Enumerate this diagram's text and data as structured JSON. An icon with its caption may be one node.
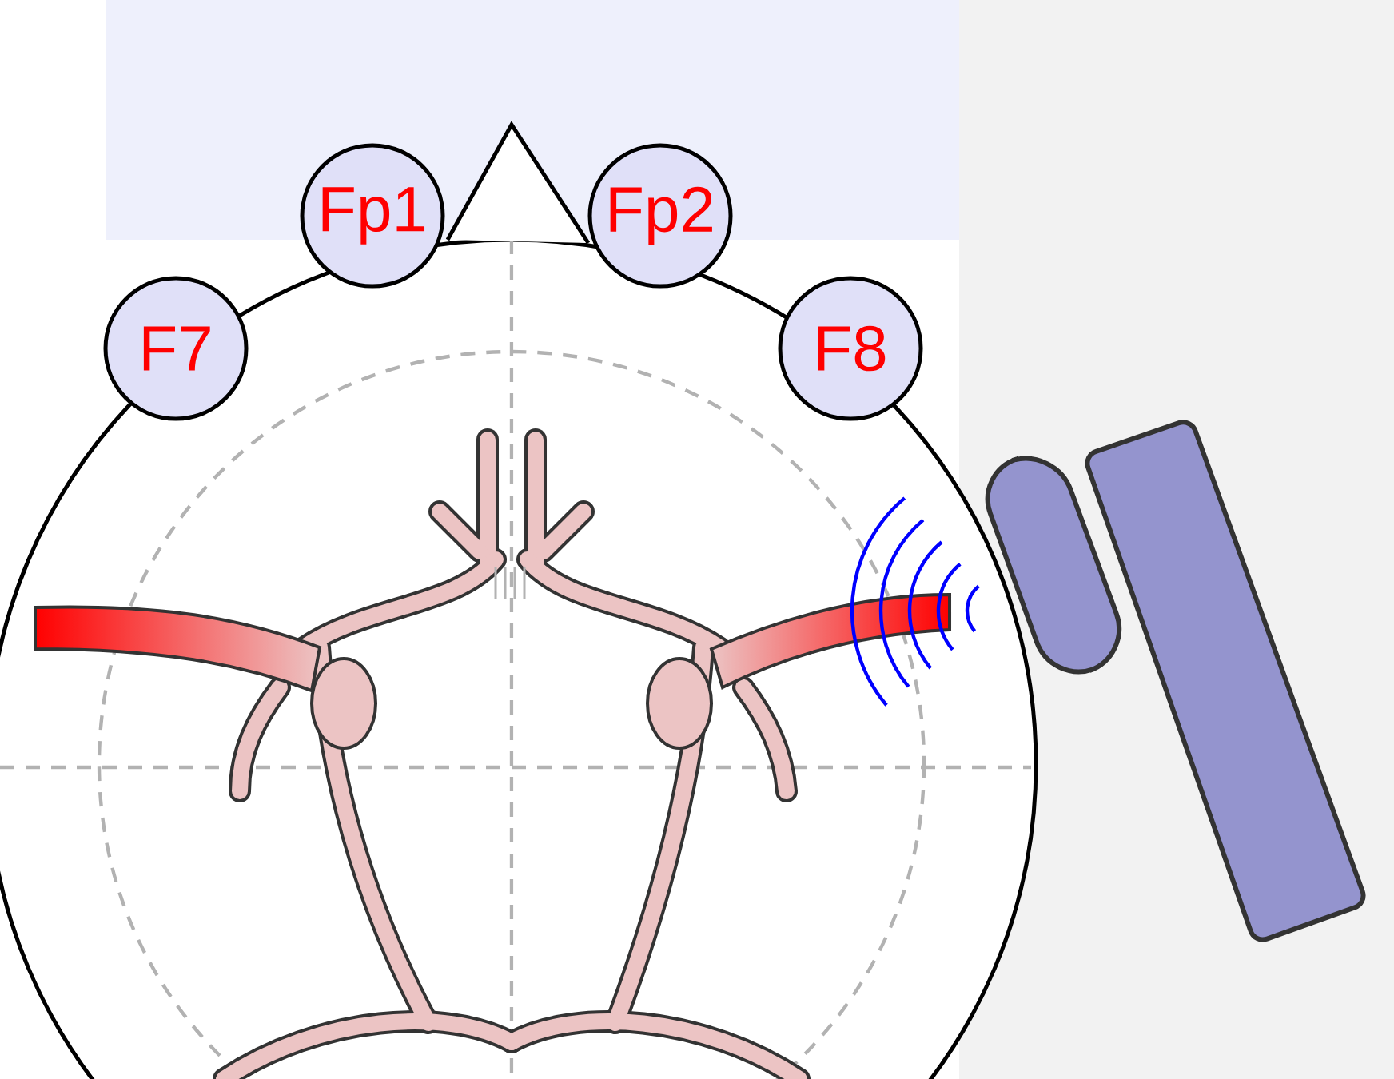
{
  "diagram": {
    "nodes": [
      {
        "text": [
          "F7"
        ]
      },
      {
        "text": [
          "Fp1"
        ]
      },
      {
        "text": [
          "Fp2"
        ]
      },
      {
        "text": [
          "F8"
        ]
      }
    ]
  }
}
